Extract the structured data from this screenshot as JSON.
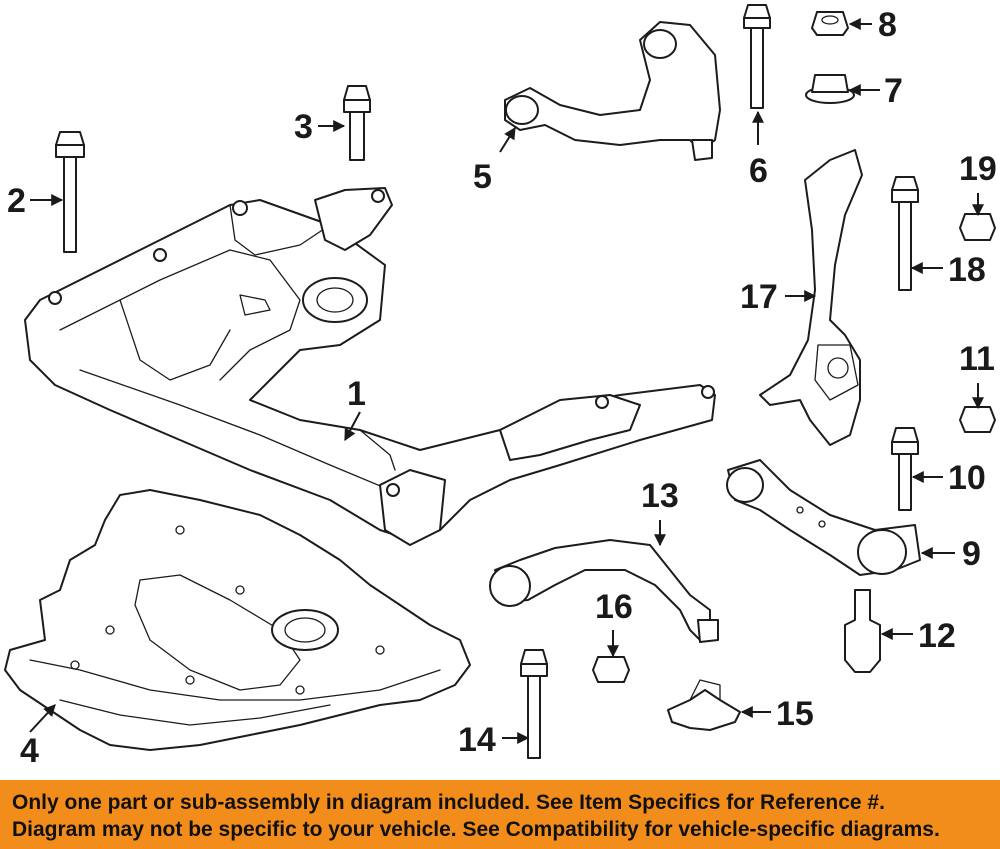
{
  "callouts": [
    "1",
    "2",
    "3",
    "4",
    "5",
    "6",
    "7",
    "8",
    "9",
    "10",
    "11",
    "12",
    "13",
    "14",
    "15",
    "16",
    "17",
    "18",
    "19"
  ],
  "banner": {
    "line1": "Only one part or sub-assembly in diagram included. See Item Specifics for Reference #.",
    "line2": "Diagram may not be specific to your vehicle. See Compatibility for vehicle-specific diagrams."
  },
  "colors": {
    "banner": "#f28c1a",
    "ink": "#1a1a1a",
    "background": "#ffffff"
  }
}
